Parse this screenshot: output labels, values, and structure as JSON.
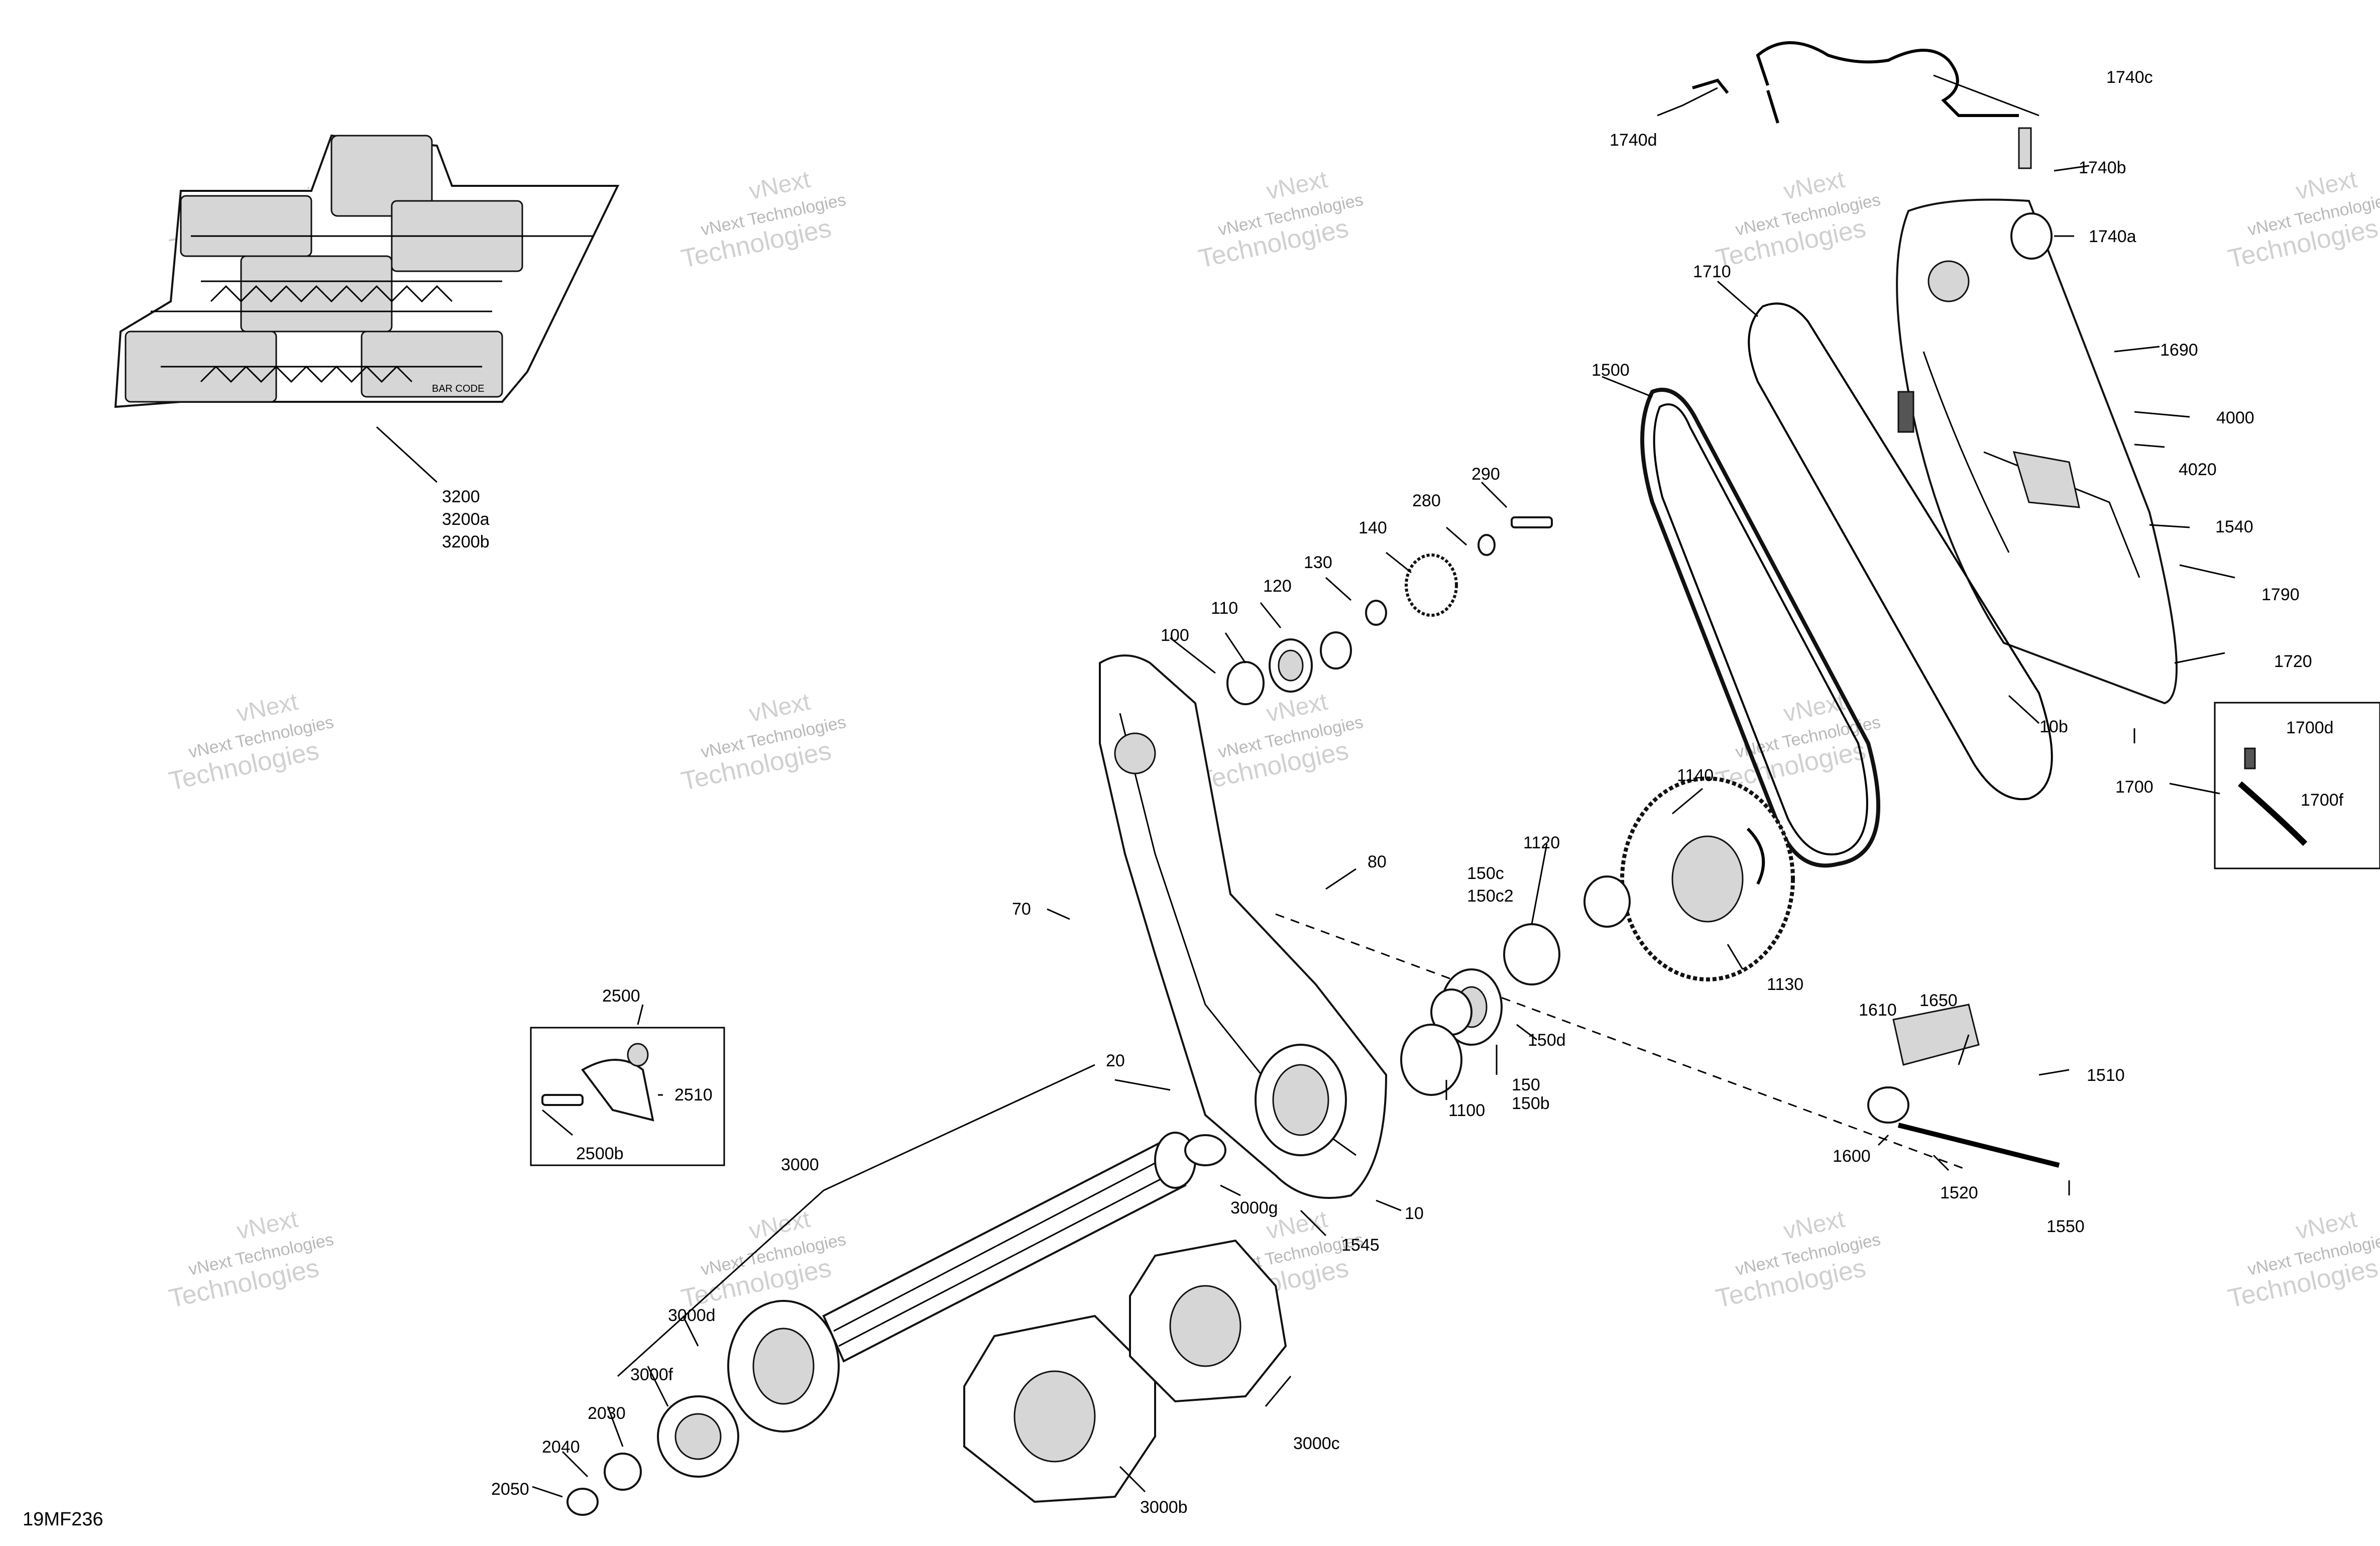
{
  "diagram_code": "19MF236",
  "watermark": {
    "line1": "vNext Technologies",
    "line2": "Technologies",
    "line0": "vNext"
  },
  "callouts": {
    "c1740c": "1740c",
    "c1740d": "1740d",
    "c1740b": "1740b",
    "c1740a": "1740a",
    "c1710": "1710",
    "c1500": "1500",
    "c1690": "1690",
    "c4000": "4000",
    "c4020": "4020",
    "c1540": "1540",
    "c1790": "1790",
    "c1720": "1720",
    "c10b": "10b",
    "c1700d": "1700d",
    "c1700": "1700",
    "c1700f": "1700f",
    "c3200": "3200",
    "c3200a": "3200a",
    "c3200b": "3200b",
    "c290": "290",
    "c280": "280",
    "c140": "140",
    "c130": "130",
    "c120": "120",
    "c110": "110",
    "c100": "100",
    "c80": "80",
    "c70": "70",
    "c1140": "1140",
    "c1120": "1120",
    "c150c": "150c",
    "c150c2": "150c2",
    "c1130": "1130",
    "c150d": "150d",
    "c150": "150",
    "c150b": "150b",
    "c1100": "1100",
    "c2500": "2500",
    "c2510": "2510",
    "c2500b": "2500b",
    "c20": "20",
    "c3000": "3000",
    "c3000g": "3000g",
    "c10": "10",
    "c1545": "1545",
    "c1610": "1610",
    "c1650": "1650",
    "c1510": "1510",
    "c1600": "1600",
    "c1520": "1520",
    "c1550": "1550",
    "c3000d": "3000d",
    "c3000f": "3000f",
    "c2030": "2030",
    "c2040": "2040",
    "c2050": "2050",
    "c3000c": "3000c",
    "c3000b": "3000b"
  },
  "track_decal": "BAR CODE"
}
